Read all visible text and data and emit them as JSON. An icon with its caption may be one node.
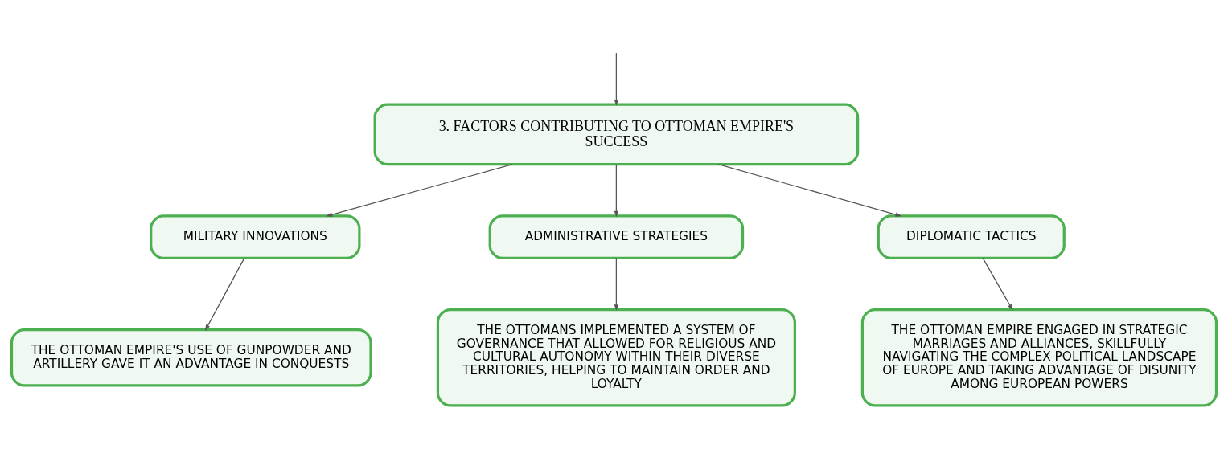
{
  "diagram": {
    "nodes": [
      {
        "text": [
          "3. FACTORS CONTRIBUTING TO OTTOMAN EMPIRE'S SUCCESS"
        ]
      },
      {
        "text": [
          "MILITARY INNOVATIONS"
        ]
      },
      {
        "text": [
          "ADMINISTRATIVE STRATEGIES"
        ]
      },
      {
        "text": [
          "DIPLOMATIC TACTICS"
        ]
      },
      {
        "text": [
          "THE OTTOMAN EMPIRE'S USE OF GUNPOWDER AND ARTILLERY GAVE IT AN ADVANTAGE IN CONQUESTS"
        ]
      },
      {
        "text": [
          "THE OTTOMANS IMPLEMENTED A SYSTEM OF GOVERNANCE THAT ALLOWED FOR RELIGIOUS AND CULTURAL AUTONOMY WITHIN THEIR DIVERSE TERRITORIES, HELPING TO MAINTAIN ORDER AND LOYALTY"
        ]
      },
      {
        "text": [
          "THE OTTOMAN EMPIRE ENGAGED IN STRATEGIC MARRIAGES AND ALLIANCES, SKILLFULLY NAVIGATING THE COMPLEX POLITICAL LANDSCAPE OF EUROPE AND TAKING ADVANTAGE OF DISUNITY AMONG EUROPEAN POWERS"
        ]
      }
    ],
    "edges": [
      {
        "from": null,
        "to": 0,
        "arrow": "to"
      },
      {
        "from": 0,
        "to": 1,
        "arrow": "to"
      },
      {
        "from": 0,
        "to": 2,
        "arrow": "to"
      },
      {
        "from": 0,
        "to": 3,
        "arrow": "to"
      },
      {
        "from": 1,
        "to": 4,
        "arrow": "to"
      },
      {
        "from": 2,
        "to": 5,
        "arrow": "to"
      },
      {
        "from": 3,
        "to": 6,
        "arrow": "to"
      }
    ]
  }
}
